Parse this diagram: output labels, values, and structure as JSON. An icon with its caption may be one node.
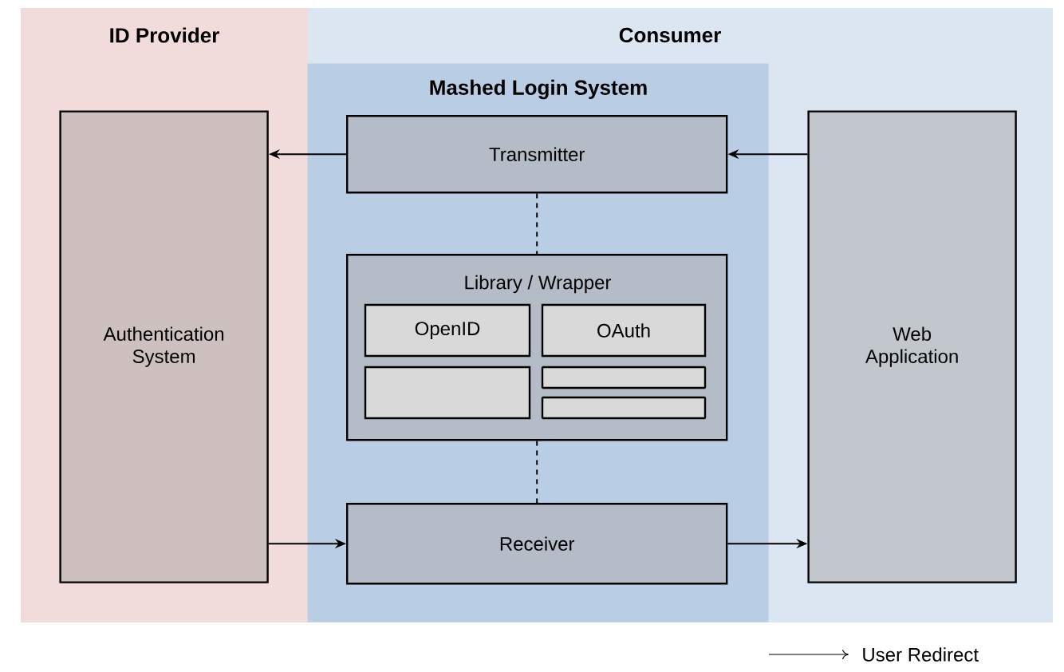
{
  "diagram": {
    "nodes": [
      {
        "text": [
          "ID Provider"
        ]
      },
      {
        "text": [
          "Consumer"
        ]
      },
      {
        "text": [
          "Mashed Login System"
        ],
        "in": 1
      },
      {
        "text": [
          "Authentication System"
        ],
        "in": 0
      },
      {
        "text": [
          "Transmitter"
        ],
        "in": 2
      },
      {
        "text": [
          "Library / Wrapper"
        ],
        "in": 2
      },
      {
        "text": [
          "OpenID"
        ],
        "in": 5
      },
      {
        "text": [
          "OAuth"
        ],
        "in": 5
      },
      {
        "text": [],
        "shape": "box",
        "in": 5
      },
      {
        "text": [],
        "shape": "bar",
        "in": 5
      },
      {
        "text": [],
        "shape": "bar",
        "in": 5
      },
      {
        "text": [
          "Receiver"
        ],
        "in": 2
      },
      {
        "text": [
          "Web Application"
        ],
        "in": 1
      }
    ],
    "edges": [
      {
        "from": 4,
        "to": 3,
        "arrow": "to"
      },
      {
        "from": 12,
        "to": 4,
        "arrow": "to"
      },
      {
        "from": 4,
        "to": 5,
        "arrow": "none",
        "style": "dashed"
      },
      {
        "from": 5,
        "to": 11,
        "arrow": "none",
        "style": "dashed"
      },
      {
        "from": 3,
        "to": 11,
        "arrow": "to"
      },
      {
        "from": 11,
        "to": 12,
        "arrow": "to"
      }
    ],
    "legend": [
      {
        "text": "User Redirect"
      }
    ]
  }
}
